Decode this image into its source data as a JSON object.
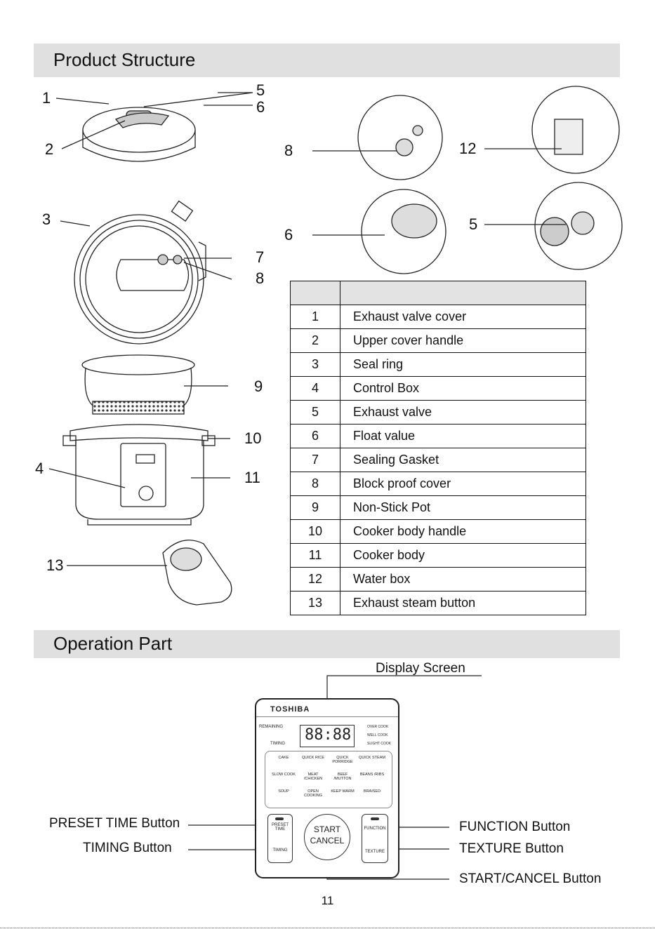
{
  "sections": {
    "product_structure": "Product Structure",
    "operation_part": "Operation Part"
  },
  "callouts": {
    "c1": "1",
    "c2": "2",
    "c3": "3",
    "c4": "4",
    "c5a": "5",
    "c6a": "6",
    "c7": "7",
    "c8a": "8",
    "c9": "9",
    "c10": "10",
    "c11": "11",
    "c13": "13",
    "c8b": "8",
    "c12": "12",
    "c6b": "6",
    "c5b": "5"
  },
  "parts": [
    {
      "num": "1",
      "name": "Exhaust valve cover"
    },
    {
      "num": "2",
      "name": "Upper cover handle"
    },
    {
      "num": "3",
      "name": "Seal ring"
    },
    {
      "num": "4",
      "name": "Control Box"
    },
    {
      "num": "5",
      "name": "Exhaust valve"
    },
    {
      "num": "6",
      "name": "Float value"
    },
    {
      "num": "7",
      "name": "Sealing Gasket"
    },
    {
      "num": "8",
      "name": "Block proof cover"
    },
    {
      "num": "9",
      "name": "Non-Stick Pot"
    },
    {
      "num": "10",
      "name": "Cooker body handle"
    },
    {
      "num": "11",
      "name": "Cooker body"
    },
    {
      "num": "12",
      "name": "Water box"
    },
    {
      "num": "13",
      "name": "Exhaust steam button"
    }
  ],
  "operation_labels": {
    "display_screen": "Display Screen",
    "preset_time_button": "PRESET TIME Button",
    "timing_button": "TIMING Button",
    "function_button": "FUNCTION Button",
    "texture_button": "TEXTURE Button",
    "start_cancel_button": "START/CANCEL Button"
  },
  "panel": {
    "brand": "TOSHIBA",
    "remaining": "REMAINING",
    "timing": "TIMING",
    "display": "88:88",
    "over_cook": "OVER COOK",
    "well_cook": "WELL COOK",
    "slight_cook": "SLIGHT COOK",
    "menu": [
      [
        "CAKE",
        "QUICK RICE",
        "QUICK PORRIDGE",
        "QUICK STEAM"
      ],
      [
        "SLOW COOK",
        "MEAT /CHICKEN",
        "BEEF /MUTTON",
        "BEANS /RIBS"
      ],
      [
        "SOUP",
        "OPEN COOKING",
        "KEEP WARM",
        "BRAISED"
      ]
    ],
    "preset_time": "PRESET TIME",
    "timing_btn": "TIMING",
    "start": "START",
    "cancel": "CANCEL",
    "function": "FUNCTION",
    "texture": "TEXTURE"
  },
  "page_number": "11"
}
